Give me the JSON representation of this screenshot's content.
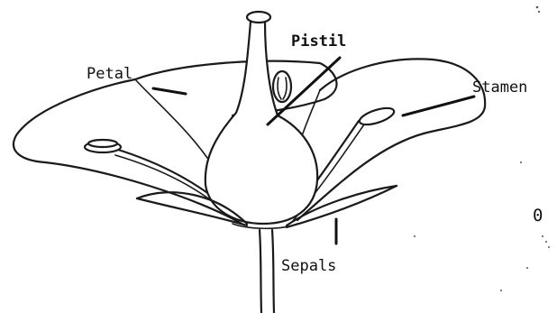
{
  "diagram": {
    "labels": {
      "petal": "Petal",
      "pistil": "Pistil",
      "stamen": "Stamen",
      "sepals": "Sepals"
    },
    "corner_mark": "0"
  }
}
